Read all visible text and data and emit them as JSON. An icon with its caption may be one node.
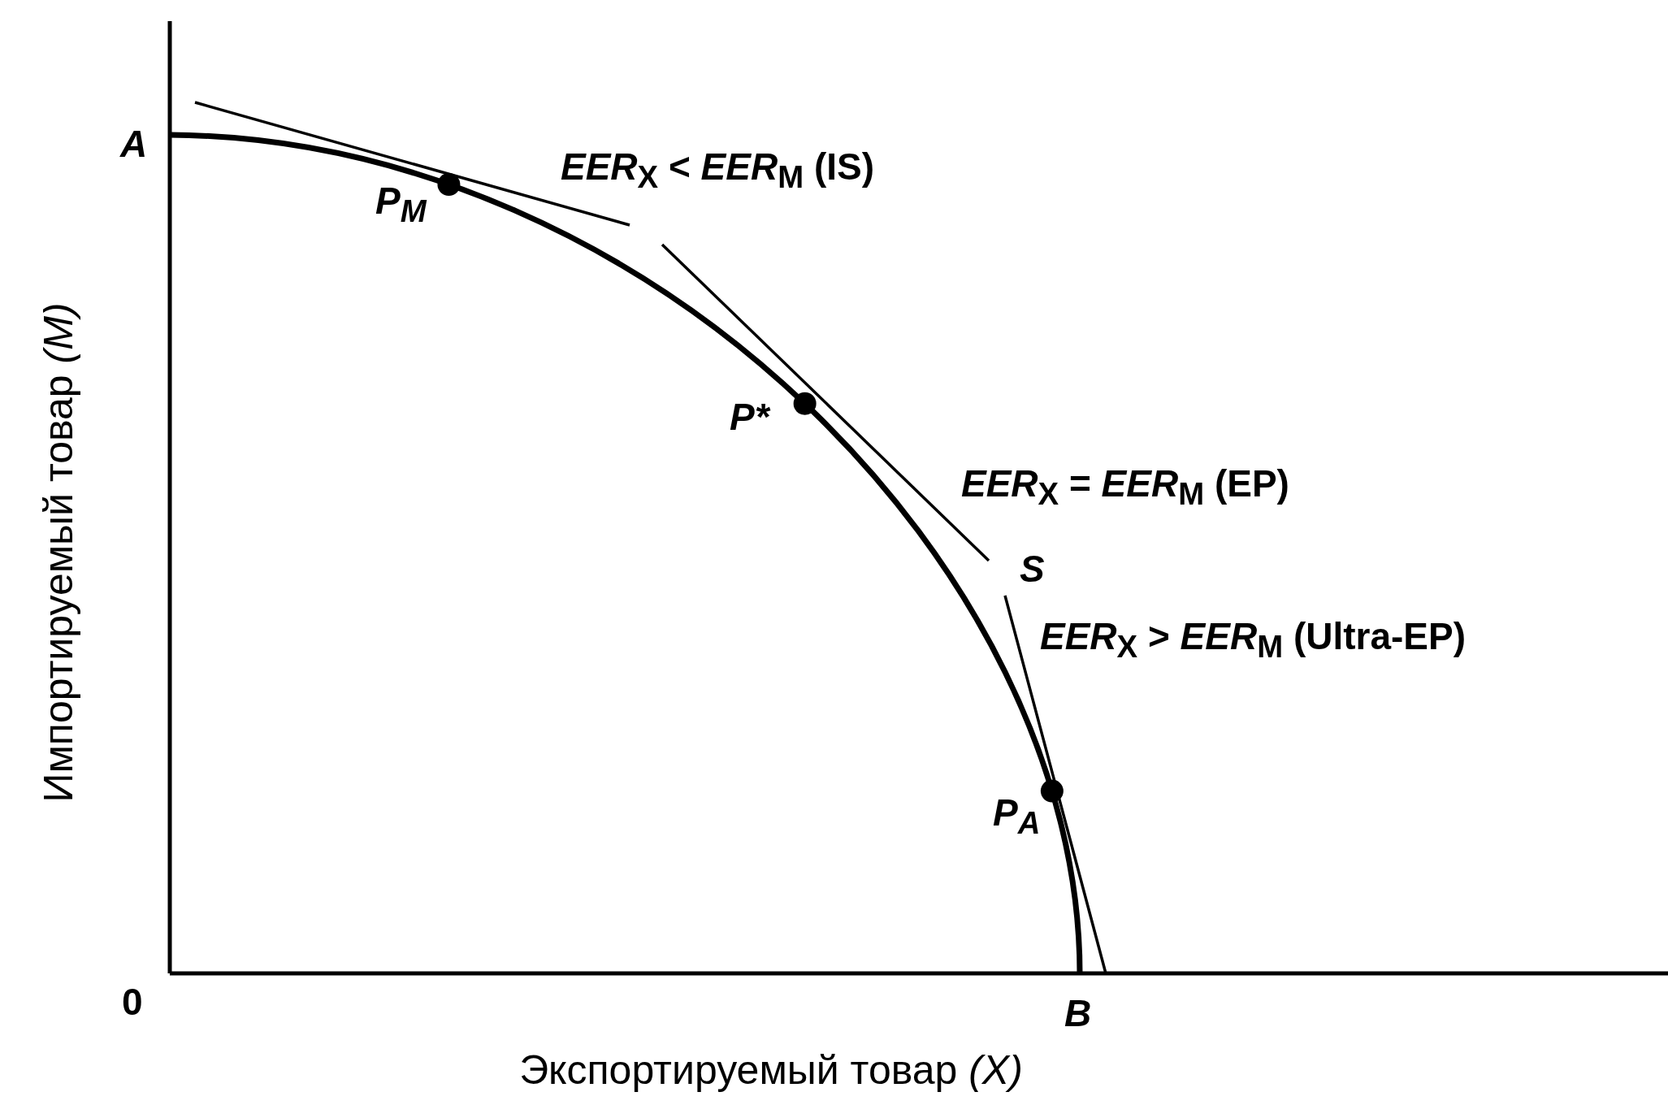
{
  "diagram": {
    "labels": [
      "Импортируемый товар *(M)*",
      "A",
      "P$_{M}$",
      "*EER*$_{X}$ < *EER*$_{M}$ (IS)",
      "P*",
      "*EER*$_{X}$ = *EER*$_{M}$ (EP)",
      "S",
      "*EER*$_{X}$ > *EER*$_{M}$ (Ultra-EP)",
      "P$_{A}$",
      "0",
      "B",
      "Экспортируемый товар *(X)*"
    ]
  }
}
